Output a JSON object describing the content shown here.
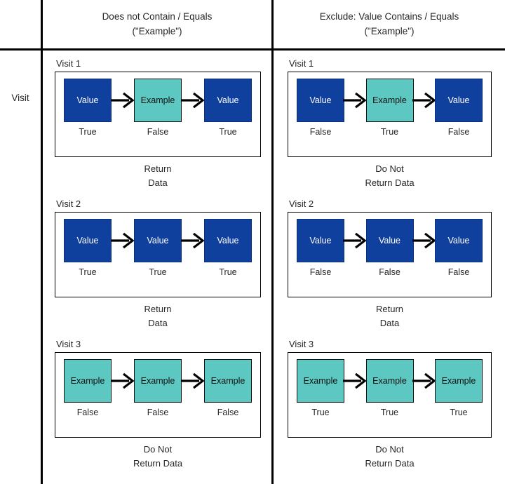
{
  "header": {
    "row_label": "Visit",
    "columns": [
      {
        "line1": "Does not Contain / Equals",
        "line2": "(\"Example\")"
      },
      {
        "line1": "Exclude: Value Contains / Equals",
        "line2": "(\"Example\")"
      }
    ]
  },
  "colors": {
    "value_chip": "#10409E",
    "example_chip": "#5CC8C1",
    "rule": "#000000",
    "text": "#262626"
  },
  "columns": [
    {
      "key": "does-not-contain",
      "visits": [
        {
          "title": "Visit 1",
          "nodes": [
            {
              "type": "value",
              "chip": "Value",
              "label": "True"
            },
            {
              "type": "example",
              "chip": "Example",
              "label": "False"
            },
            {
              "type": "value",
              "chip": "Value",
              "label": "True"
            }
          ],
          "verdict": [
            "Return",
            "Data"
          ]
        },
        {
          "title": "Visit 2",
          "nodes": [
            {
              "type": "value",
              "chip": "Value",
              "label": "True"
            },
            {
              "type": "value",
              "chip": "Value",
              "label": "True"
            },
            {
              "type": "value",
              "chip": "Value",
              "label": "True"
            }
          ],
          "verdict": [
            "Return",
            "Data"
          ]
        },
        {
          "title": "Visit 3",
          "nodes": [
            {
              "type": "example",
              "chip": "Example",
              "label": "False"
            },
            {
              "type": "example",
              "chip": "Example",
              "label": "False"
            },
            {
              "type": "example",
              "chip": "Example",
              "label": "False"
            }
          ],
          "verdict": [
            "Do Not",
            "Return Data"
          ]
        }
      ]
    },
    {
      "key": "exclude-value-contains",
      "visits": [
        {
          "title": "Visit 1",
          "nodes": [
            {
              "type": "value",
              "chip": "Value",
              "label": "False"
            },
            {
              "type": "example",
              "chip": "Example",
              "label": "True"
            },
            {
              "type": "value",
              "chip": "Value",
              "label": "False"
            }
          ],
          "verdict": [
            "Do Not",
            "Return Data"
          ]
        },
        {
          "title": "Visit 2",
          "nodes": [
            {
              "type": "value",
              "chip": "Value",
              "label": "False"
            },
            {
              "type": "value",
              "chip": "Value",
              "label": "False"
            },
            {
              "type": "value",
              "chip": "Value",
              "label": "False"
            }
          ],
          "verdict": [
            "Return",
            "Data"
          ]
        },
        {
          "title": "Visit 3",
          "nodes": [
            {
              "type": "example",
              "chip": "Example",
              "label": "True"
            },
            {
              "type": "example",
              "chip": "Example",
              "label": "True"
            },
            {
              "type": "example",
              "chip": "Example",
              "label": "True"
            }
          ],
          "verdict": [
            "Do Not",
            "Return Data"
          ]
        }
      ]
    }
  ]
}
